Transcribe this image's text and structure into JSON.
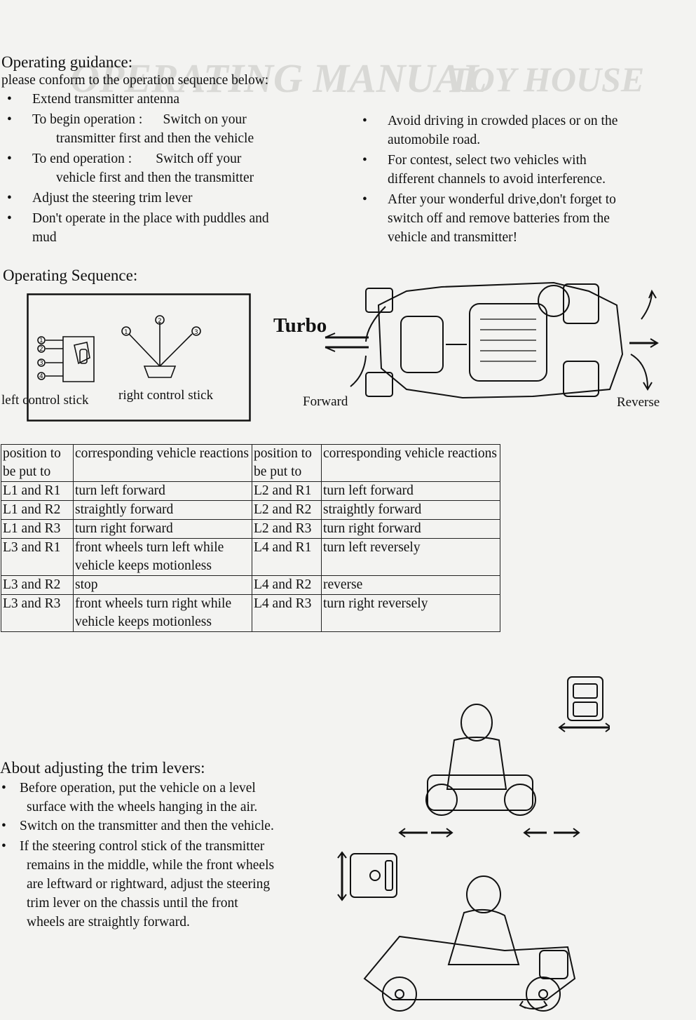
{
  "watermark": {
    "left": "OPERATING MANUAL",
    "right": "TOY HOUSE"
  },
  "guidance": {
    "title": "Operating guidance:",
    "subtitle": "please conform to the operation sequence below:",
    "left_items": [
      {
        "bullet": "•",
        "lines": [
          "Extend transmitter antenna"
        ]
      },
      {
        "bullet": "•",
        "lines": [
          "To begin operation :      Switch on your",
          "transmitter first and then the vehicle"
        ]
      },
      {
        "bullet": "•",
        "lines": [
          "To end operation :       Switch off your",
          "vehicle first and then the transmitter"
        ]
      },
      {
        "bullet": "•",
        "lines": [
          "Adjust the steering trim lever"
        ]
      },
      {
        "bullet": "•",
        "lines": [
          "Don't operate in the place with puddles and",
          "mud"
        ]
      }
    ],
    "right_items": [
      {
        "bullet": "•",
        "lines": [
          "Avoid driving in crowded places or on the",
          "automobile road."
        ]
      },
      {
        "bullet": "•",
        "lines": [
          "For contest, select two vehicles with",
          "different channels to avoid interference."
        ]
      },
      {
        "bullet": "•",
        "lines": [
          "After your wonderful drive,don't forget to",
          "switch off and remove batteries from the",
          "vehicle and transmitter!"
        ]
      }
    ]
  },
  "sequence": {
    "title": "Operating Sequence:",
    "left_stick": "left control stick",
    "right_stick": "right control stick",
    "turbo": "Turbo",
    "forward": "Forward",
    "reverse": "Reverse"
  },
  "table": {
    "headers": [
      "position to be put to",
      "corresponding vehicle reactions",
      "position to be put to",
      "corresponding vehicle reactions"
    ],
    "rows": [
      [
        "L1 and R1",
        "turn left forward",
        "L2 and R1",
        "turn left forward"
      ],
      [
        "L1 and R2",
        "straightly forward",
        "L2 and R2",
        "straightly forward"
      ],
      [
        "L1 and R3",
        "turn right forward",
        "L2 and R3",
        "turn right forward"
      ],
      [
        "L3 and R1",
        "front wheels turn left while vehicle keeps motionless",
        "L4 and R1",
        "turn left reversely"
      ],
      [
        "L3 and R2",
        "stop",
        "L4 and R2",
        "reverse"
      ],
      [
        "L3 and R3",
        "front wheels turn right while vehicle keeps motionless",
        "L4 and R3",
        "turn right reversely"
      ]
    ]
  },
  "trim": {
    "title": "About adjusting the trim levers:",
    "items": [
      {
        "bullet": "•",
        "lines": [
          "Before operation, put the vehicle on a level",
          "surface with the wheels hanging in the air."
        ]
      },
      {
        "bullet": "•",
        "lines": [
          "Switch on the transmitter and then the vehicle."
        ]
      },
      {
        "bullet": "•",
        "lines": [
          "If the steering control stick of the transmitter",
          "remains in the middle, while the front wheels",
          "are leftward or rightward, adjust the steering",
          "trim lever on the chassis until the front",
          "wheels are straightly forward."
        ]
      }
    ]
  }
}
